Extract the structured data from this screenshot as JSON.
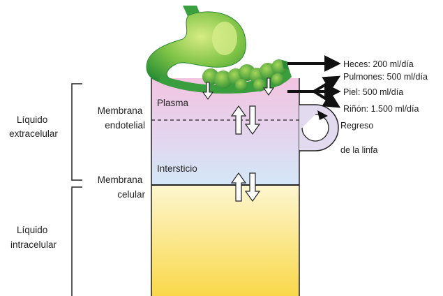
{
  "labels": {
    "liquido_extracelular": [
      "Líquido",
      "extracelular"
    ],
    "liquido_intracelular": [
      "Líquido",
      "intracelular"
    ],
    "membrana_endotelial": [
      "Membrana",
      "endotelial"
    ],
    "membrana_celular": [
      "Membrana",
      "celular"
    ],
    "plasma": "Plasma",
    "intersticio": "Intersticio",
    "regreso_linfa": [
      "Regreso",
      "de la linfa"
    ]
  },
  "outputs": [
    "Heces: 200 ml/día",
    "Pulmones: 500 ml/día",
    "Piel: 500 ml/día",
    "Riñón: 1.500 ml/día"
  ],
  "colors": {
    "gut_light": "#c8e36a",
    "gut_dark": "#2f9a3a",
    "plasma": "#efc9e2",
    "interstitium": "#d7e8f7",
    "intracellular_top": "#fdf4c4",
    "intracellular_bottom": "#f9d84e",
    "ink": "#111111"
  }
}
